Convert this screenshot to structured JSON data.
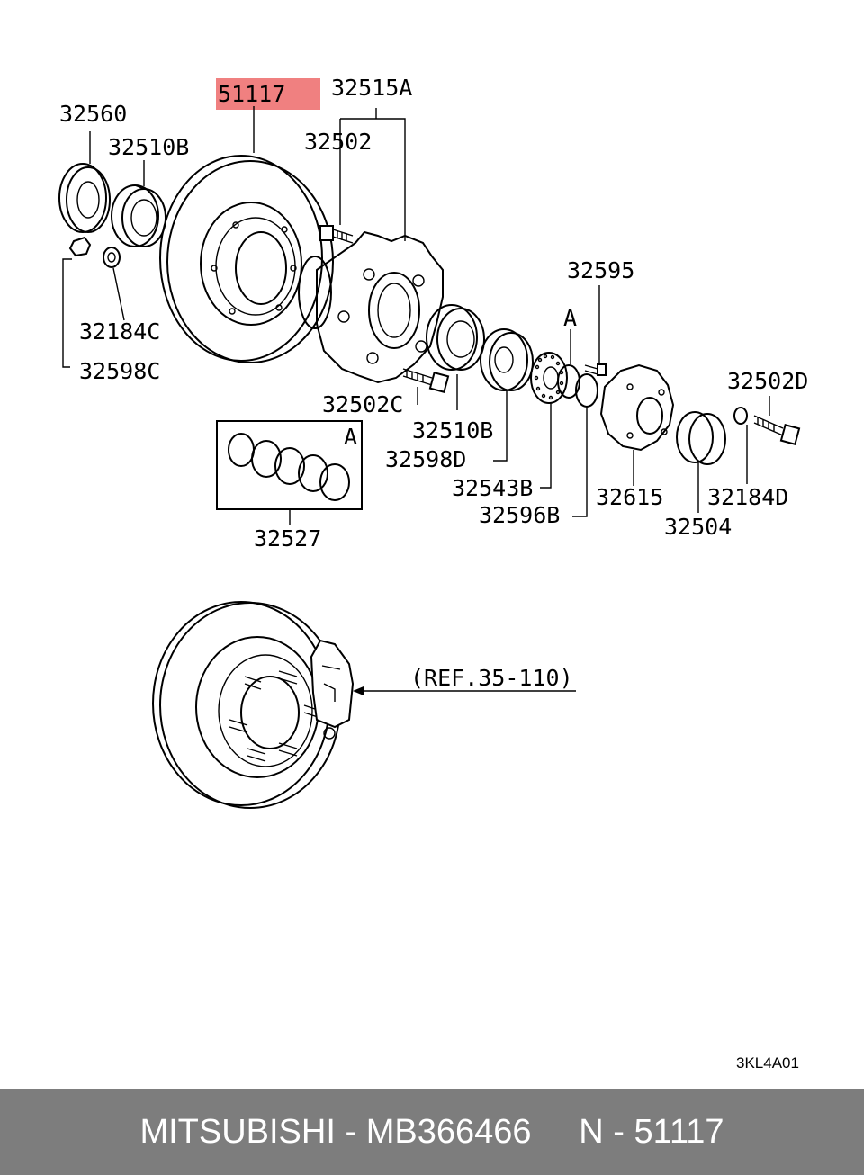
{
  "highlight_color": "#f08080",
  "footer_bg": "#7d7d7d",
  "parts": {
    "highlighted": "51117",
    "p32515A": "32515A",
    "p32560": "32560",
    "p32510B_top": "32510B",
    "p32502": "32502",
    "p32184C": "32184C",
    "p32598C": "32598C",
    "p32595": "32595",
    "letter_a_right": "A",
    "p32502C": "32502C",
    "p32510B_mid": "32510B",
    "p32598D": "32598D",
    "p32543B": "32543B",
    "p32596B": "32596B",
    "p32615": "32615",
    "p32502D": "32502D",
    "p32184D": "32184D",
    "p32504": "32504",
    "p32527": "32527",
    "letter_a_box": "A"
  },
  "reference": "(REF.35-110)",
  "diagram_code": "3KL4A01",
  "footer": {
    "brand": "MITSUBISHI",
    "sep1": " - ",
    "part_number": "MB366466",
    "gap": "     ",
    "n_label": "N",
    "sep2": " - ",
    "n_value": "51117"
  }
}
